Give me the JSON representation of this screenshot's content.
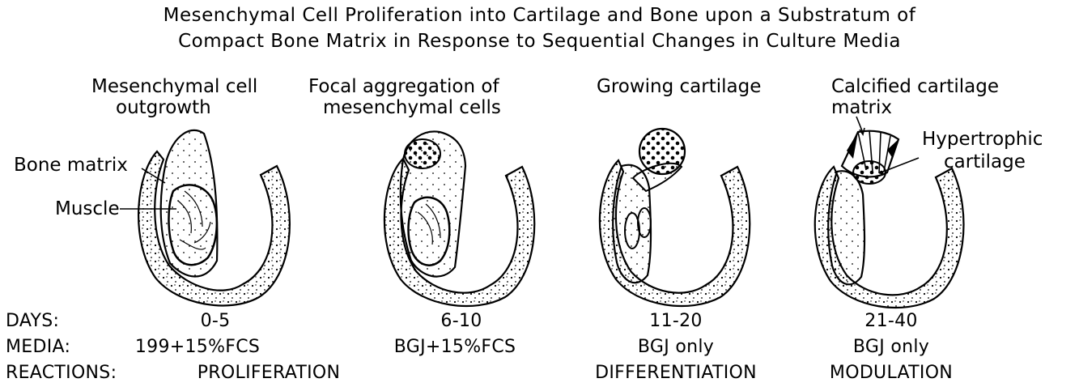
{
  "title": {
    "line1": "Mesenchymal Cell Proliferation into Cartilage and Bone upon a Substratum of",
    "line2": "Compact Bone Matrix in Response to Sequential Changes in Culture Media"
  },
  "panels": [
    {
      "labels": {
        "top_line1": "Mesenchymal cell",
        "top_line2": "outgrowth",
        "bone": "Bone matrix",
        "muscle": "Muscle"
      }
    },
    {
      "labels": {
        "top_line1": "Focal aggregation of",
        "top_line2": "mesenchymal cells"
      }
    },
    {
      "labels": {
        "top_line1": "Growing cartilage"
      }
    },
    {
      "labels": {
        "top_line1": "Calcified cartilage",
        "top_line2": "matrix",
        "hyper_line1": "Hypertrophic",
        "hyper_line2": "cartilage"
      }
    }
  ],
  "table": {
    "days_label": "DAYS:",
    "media_label": "MEDIA:",
    "reactions_label": "REACTIONS:",
    "days": [
      "0-5",
      "6-10",
      "11-20",
      "21-40"
    ],
    "media": [
      "199+15%FCS",
      "BGJ+15%FCS",
      "BGJ only",
      "BGJ only"
    ],
    "reactions": [
      "PROLIFERATION",
      "DIFFERENTIATION",
      "MODULATION"
    ]
  }
}
